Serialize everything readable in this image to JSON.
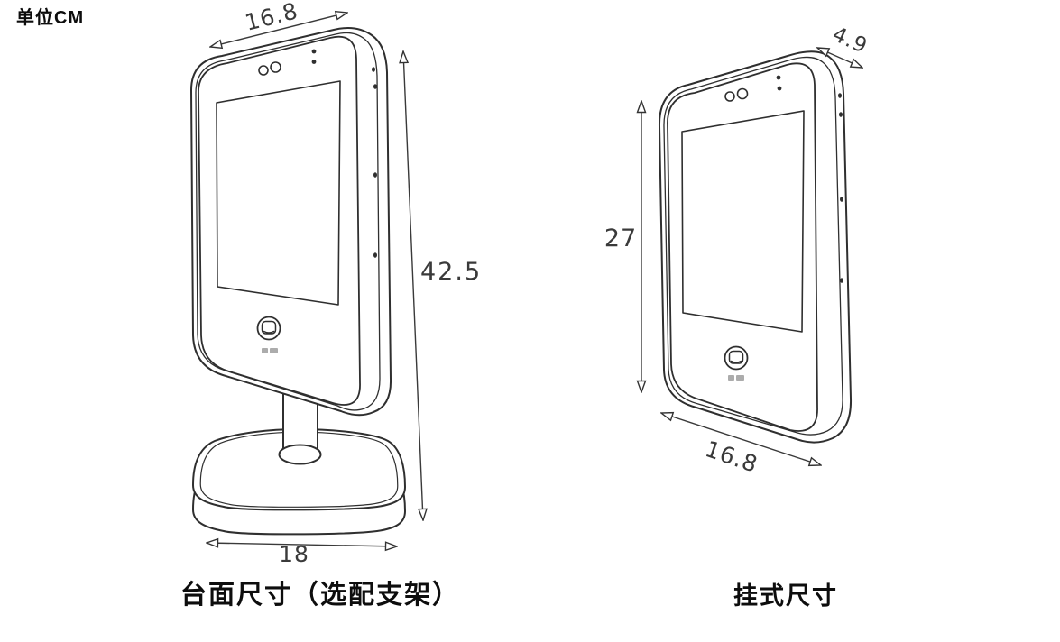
{
  "page": {
    "unit_label": "单位CM",
    "colors": {
      "ink": "#2f2f2f",
      "background": "#ffffff"
    }
  },
  "desktop_view": {
    "caption": "台面尺寸（选配支架）",
    "width_cm": "16.8",
    "height_cm": "42.5",
    "base_width_cm": "18"
  },
  "wall_view": {
    "caption": "挂式尺寸",
    "depth_cm": "4.9",
    "height_cm": "27",
    "width_cm": "16.8"
  }
}
